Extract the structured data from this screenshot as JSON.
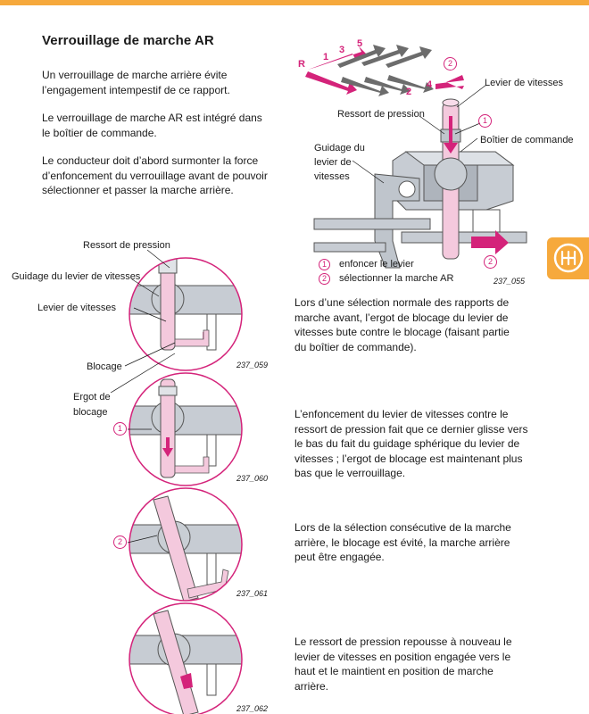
{
  "header": {
    "accent": "#f6a93c"
  },
  "title": "Verrouillage de marche AR",
  "paragraphs": [
    "Un verrouillage de marche arrière évite l’engagement intempestif de ce rapport.",
    "Le verrouillage de marche AR est intégré dans le boîtier de commande.",
    "Le conducteur doit d’abord surmonter la force d’enfoncement du verrouillage avant de pouvoir sélectionner et passer la marche arrière."
  ],
  "main_figure": {
    "gear_labels": [
      "R",
      "1",
      "3",
      "5",
      "2",
      "4"
    ],
    "labels": {
      "levier": "Levier de vitesses",
      "ressort": "Ressort de pression",
      "boitier": "Boîtier de commande",
      "guidage": "Guidage du levier de vitesses"
    },
    "legend": [
      {
        "num": "1",
        "text": "enfoncer le levier"
      },
      {
        "num": "2",
        "text": "sélectionner la marche AR"
      }
    ],
    "figure_id": "237_055"
  },
  "detail_labels": {
    "ressort": "Ressort de pression",
    "guidage": "Guidage du levier de vitesses",
    "levier": "Levier de vitesses",
    "blocage": "Blocage",
    "ergot": "Ergot de blocage"
  },
  "details": [
    {
      "figure_id": "237_059",
      "marker": "",
      "text": "Lors d’une sélection normale des rapports de marche avant, l’ergot de blocage du levier de vitesses bute contre le blocage (faisant partie du boîtier de commande)."
    },
    {
      "figure_id": "237_060",
      "marker": "1",
      "text": "L’enfoncement du levier de vitesses contre le ressort de pression fait que ce dernier glisse vers le bas du fait du guidage sphérique du levier de vitesses ; l’ergot de blocage est maintenant plus bas que le verrouillage."
    },
    {
      "figure_id": "237_061",
      "marker": "2",
      "text": "Lors de la sélection consécutive de la marche arrière, le blocage est évité, la marche arrière peut être engagée."
    },
    {
      "figure_id": "237_062",
      "marker": "",
      "text": "Le ressort de pression repousse à nouveau le levier de vitesses en position engagée vers le haut et le maintient en position de marche arrière."
    }
  ],
  "side_tab": {
    "icon": "gearshift-icon"
  },
  "colors": {
    "magenta": "#d4237a",
    "pink": "#f4c9dd",
    "grey": "#c7ccd3",
    "orange": "#f6a93c"
  }
}
